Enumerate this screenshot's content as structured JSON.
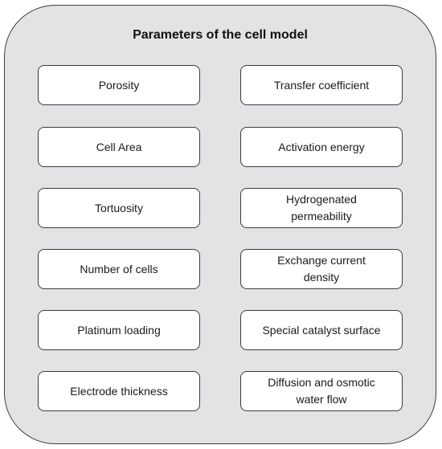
{
  "title": "Parameters of the cell model",
  "parameters": {
    "left": [
      "Porosity",
      "Cell Area",
      "Tortuosity",
      "Number of cells",
      "Platinum loading",
      "Electrode thickness"
    ],
    "right": [
      "Transfer coefficient",
      "Activation energy",
      "Hydrogenated permeability",
      "Exchange current density",
      "Special catalyst surface",
      "Diffusion and osmotic water flow"
    ]
  },
  "colors": {
    "panel_fill": "#e3e3e6",
    "box_fill": "#ffffff",
    "border": "#3c3c3c"
  }
}
